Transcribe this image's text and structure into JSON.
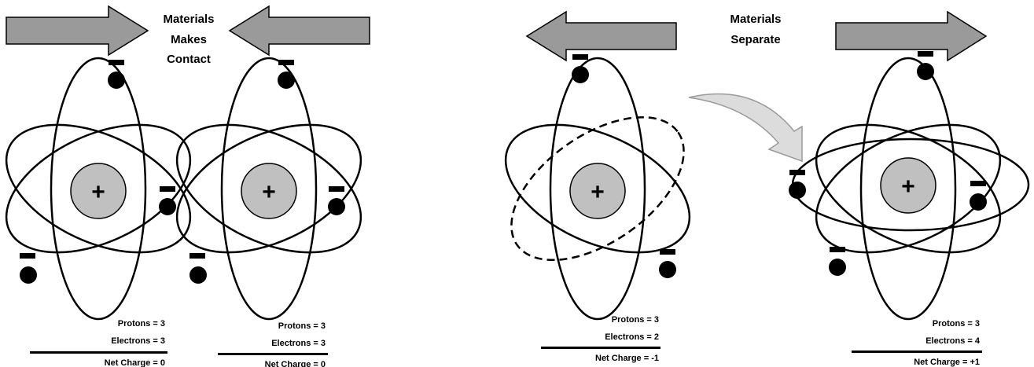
{
  "captions": {
    "contact": [
      "Materials",
      "Makes",
      "Contact"
    ],
    "separate": [
      "Materials",
      "Separate"
    ]
  },
  "nucleus_sign": "+",
  "electron_sign": "−",
  "atoms": [
    {
      "protons_label": "Protons = 3",
      "electrons_label": "Electrons = 3",
      "net_label": "Net Charge = 0"
    },
    {
      "protons_label": "Protons = 3",
      "electrons_label": "Electrons = 3",
      "net_label": "Net Charge = 0"
    },
    {
      "protons_label": "Protons = 3",
      "electrons_label": "Electrons = 2",
      "net_label": "Net Charge = -1"
    },
    {
      "protons_label": "Protons = 3",
      "electrons_label": "Electrons = 4",
      "net_label": "Net Charge = +1"
    }
  ],
  "colors": {
    "arrow_fill": "#9a9a9a",
    "nucleus_fill": "#c0c0c0",
    "transfer_arrow_fill": "#dcdcdc",
    "stroke": "#000000"
  }
}
